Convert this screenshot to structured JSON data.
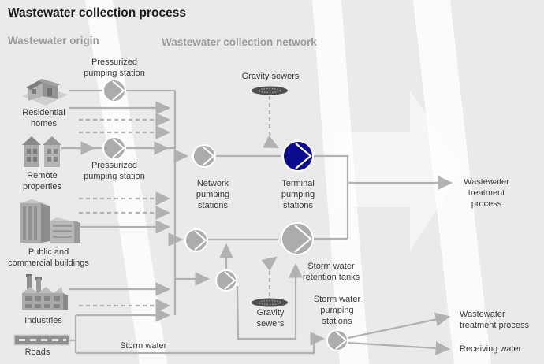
{
  "title": "Wastewater collection process",
  "sections": {
    "origin": "Wastewater origin",
    "network": "Wastewater collection network"
  },
  "labels": {
    "pressurized_1": "Pressurized\npumping station",
    "gravity_top": "Gravity sewers",
    "residential": "Residential\nhomes",
    "remote": "Remote\nproperties",
    "pressurized_2": "Pressurized\npumping station",
    "network_ps": "Network\npumping\nstations",
    "terminal_ps": "Terminal\npumping\nstations",
    "retention_tanks": "Storm water\nretention tanks",
    "gravity_bottom": "Gravity\nsewers",
    "storm_ps": "Storm water\npumping\nstations",
    "public": "Public and\ncommercial buildings",
    "industries": "Industries",
    "roads": "Roads",
    "storm_water": "Storm water",
    "treatment_main": "Wastewater\ntreatment\nprocess",
    "treatment_storm": "Wastewater\ntreatment process",
    "receiving": "Receiving water"
  },
  "colors": {
    "background": "#eaeaea",
    "band_white": "#ffffff",
    "line_gray": "#b1b1b1",
    "pump_gray": "#acacac",
    "terminal_pump_navy": "#0b0b8f",
    "gravity_sewer_dark": "#4f4f4f",
    "title_text": "#1a1a1a",
    "header_text": "#9b9b9b",
    "label_text": "#3a3a3a"
  }
}
